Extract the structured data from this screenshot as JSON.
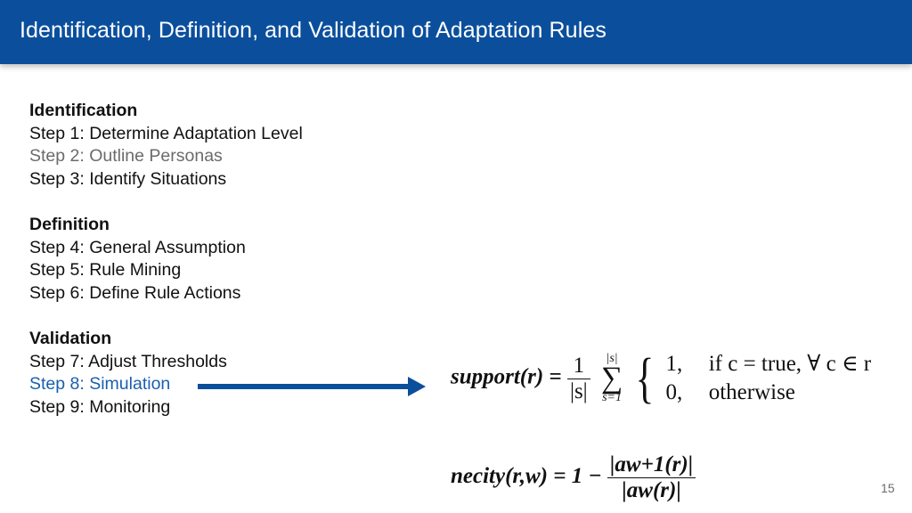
{
  "header": {
    "title": "Identification, Definition, and Validation of Adaptation Rules"
  },
  "steps": {
    "identification": {
      "heading": "Identification",
      "items": [
        "Step 1: Determine Adaptation Level",
        "Step 2: Outline Personas",
        "Step 3: Identify Situations"
      ]
    },
    "definition": {
      "heading": "Definition",
      "items": [
        "Step 4: General Assumption",
        "Step 5: Rule Mining",
        "Step 6: Define Rule Actions"
      ]
    },
    "validation": {
      "heading": "Validation",
      "items": [
        "Step 7: Adjust Thresholds",
        "Step 8: Simulation",
        "Step 9: Monitoring"
      ]
    }
  },
  "formula_support": {
    "lhs": "support(r) =",
    "frac_num": "1",
    "frac_den": "|s|",
    "sum_upper": "|s|",
    "sum_lower": "s=1",
    "case1_value": "1,",
    "case1_cond": "if c = true, ∀ c ∈ r",
    "case2_value": "0,",
    "case2_cond": "otherwise"
  },
  "formula_necity": {
    "lhs": "necity(r,w) = 1 −",
    "frac_num": "|aw+1(r)|",
    "frac_den": "|aw(r)|"
  },
  "colors": {
    "header_bg": "#0b4f9c",
    "highlight": "#1a5fae",
    "muted": "#6b6b6b"
  },
  "page_number": "15"
}
